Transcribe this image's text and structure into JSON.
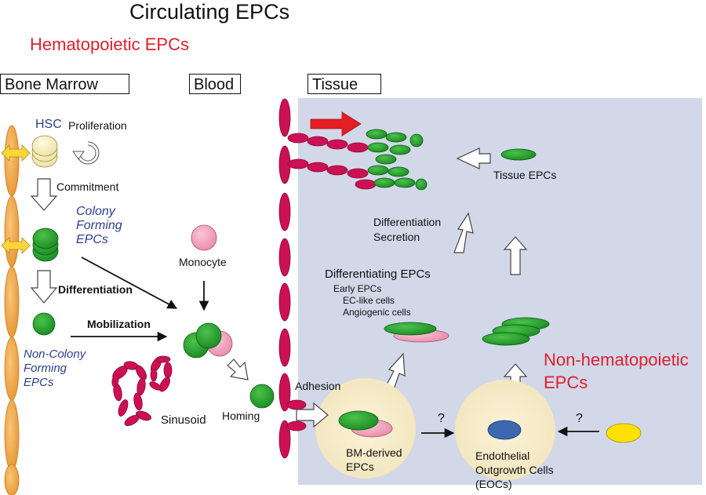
{
  "title": "Circulating EPCs",
  "hematopoietic_heading": "Hematopoietic EPCs",
  "non_hematopoietic_heading": [
    "Non-hematopoietic",
    "EPCs"
  ],
  "compartments": {
    "bone_marrow": "Bone Marrow",
    "blood": "Blood",
    "tissue": "Tissue"
  },
  "labels": {
    "hsc": "HSC",
    "proliferation": "Proliferation",
    "commitment": "Commitment",
    "colony_forming": [
      "Colony",
      "Forming",
      "EPCs"
    ],
    "differentiation": "Differentiation",
    "mobilization": "Mobilization",
    "non_colony_forming": [
      "Non-Colony",
      "Forming",
      "EPCs"
    ],
    "sinusoid": "Sinusoid",
    "monocyte": "Monocyte",
    "homing": "Homing",
    "adhesion": "Adhesion",
    "bm_derived": [
      "BM-derived",
      "EPCs"
    ],
    "eocs": [
      "Endothelial",
      "Outgrowth Cells",
      "(EOCs)"
    ],
    "question": "?",
    "differentiating_epcs": "Differentiating EPCs",
    "differentiating_list": [
      "Early EPCs",
      "EC-like cells",
      "Angiogenic cells"
    ],
    "diff_secretion": [
      "Differentiation",
      "Secretion"
    ],
    "tissue_epcs": "Tissue EPCs"
  },
  "colors": {
    "title_red": "#e01e2c",
    "label_blue": "#2c3f8c",
    "tissue_bg": "#d2d8e8",
    "bone_orange": "#f2a64a",
    "vessel_crimson": "#cc1054",
    "epc_green": "#1f9e2a",
    "monocyte_pink": "#f2a7c0",
    "eoc_blue": "#3d67b0",
    "yellow_cell": "#ffe100",
    "hsc_cream": "#fcf3c0",
    "halo_cream": "#f8efcd",
    "arrow_red": "#e51e24",
    "double_arrow_yellow": "#ffd53a"
  },
  "icons": [
    "double-headed-arrow-icon",
    "circular-arrow-icon",
    "hollow-arrow-icon",
    "solid-arrow-icon"
  ]
}
